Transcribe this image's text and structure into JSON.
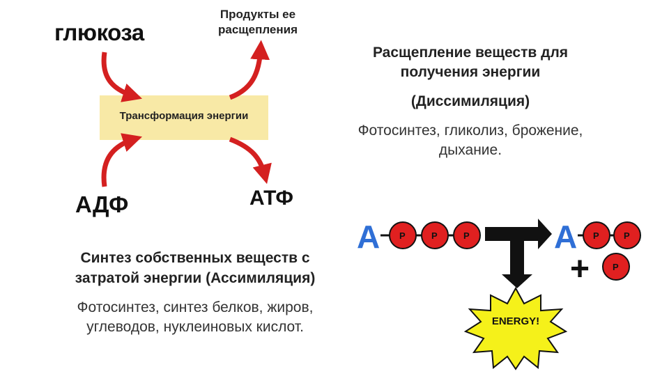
{
  "colors": {
    "arrow_red": "#d42020",
    "band_yellow": "#f8e9a6",
    "molecule_blue": "#2f6fd6",
    "phosphate_red": "#e02020",
    "energy_star": "#f5f11a"
  },
  "diagram": {
    "substrate": "глюкоза",
    "products": "Продукты ее расщепления",
    "transformation": "Трансформация энергии",
    "adp": "АДФ",
    "atp": "АТФ"
  },
  "dissimilation": {
    "title": "Расщепление веществ для получения энергии",
    "subtitle": "(Диссимиляция)",
    "examples": "Фотосинтез, гликолиз, брожение, дыхание."
  },
  "assimilation": {
    "title": "Синтез собственных веществ с затратой энергии (Ассимиляция)",
    "examples": "Фотосинтез, синтез белков, жиров, углеводов, нуклеиновых кислот."
  },
  "atp_scheme": {
    "adenosine_letter": "A",
    "phosphate_label": "P",
    "plus_sign": "+",
    "energy_label": "ENERGY!"
  }
}
